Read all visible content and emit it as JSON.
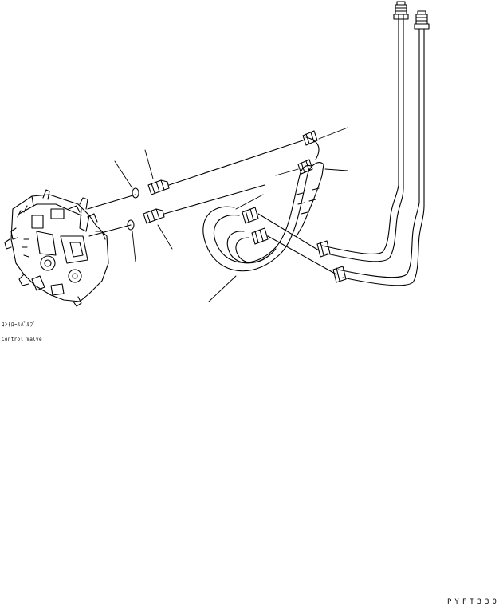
{
  "caption": {
    "japanese": "ｺﾝﾄﾛｰﾙﾊﾞﾙﾌﾞ",
    "english": "Control Valve"
  },
  "drawing_code": "PYFT330",
  "colors": {
    "ink": "#000000",
    "paper": "#ffffff"
  }
}
